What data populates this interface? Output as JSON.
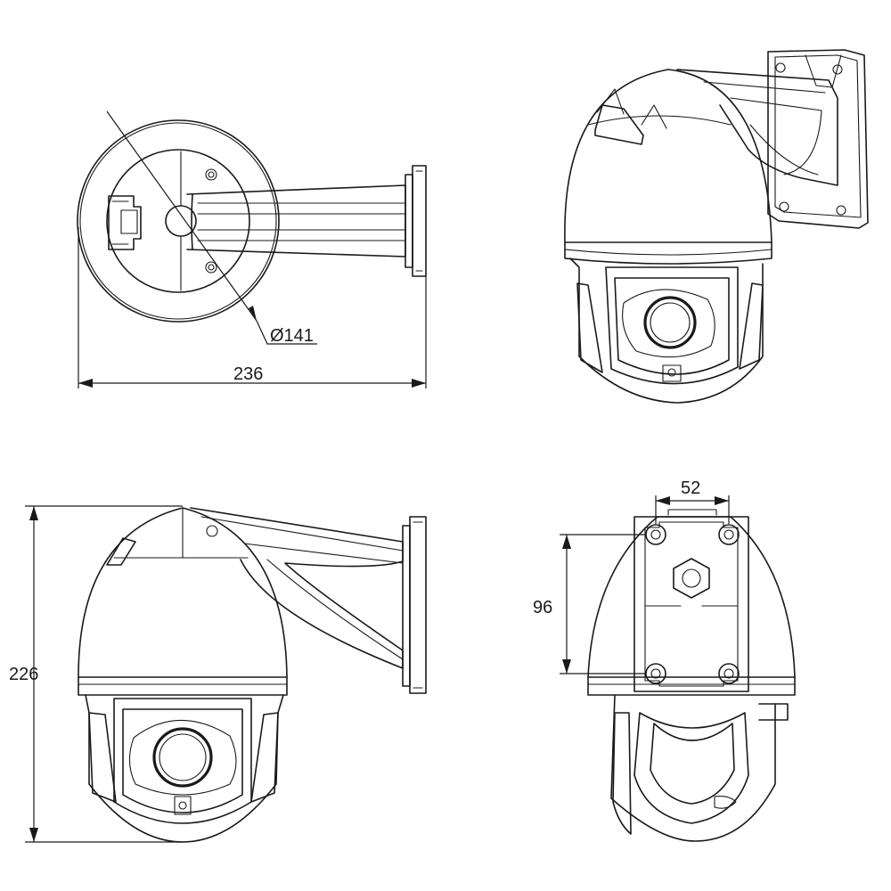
{
  "dimensions": {
    "diameter_label": "Ø141",
    "width_label": "236",
    "height_label": "226",
    "mount_width_label": "52",
    "mount_height_label": "96"
  },
  "colors": {
    "line": "#1a1a1a",
    "background": "#ffffff"
  }
}
